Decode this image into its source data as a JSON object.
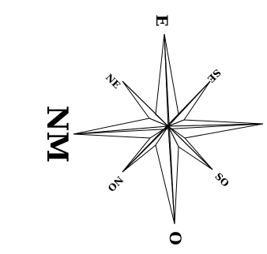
{
  "compass": {
    "labels": {
      "top": "E",
      "bottom": "O",
      "upper_left": "NE",
      "upper_right": "SE",
      "lower_left": "NO",
      "lower_right": "SO",
      "left": "NM"
    },
    "line_color": "#000000",
    "fill_color": "#ffffff"
  }
}
